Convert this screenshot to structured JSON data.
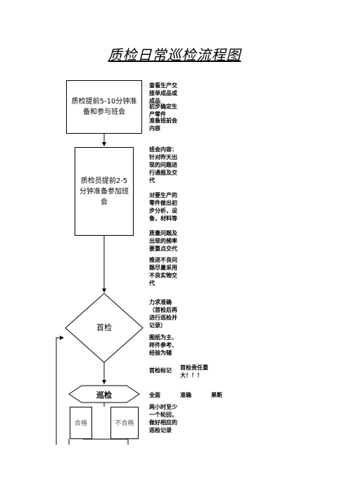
{
  "title": "质检日常巡检流程图",
  "steps": {
    "step1": "质检提前5-10分钟准备和参与班会",
    "step2": "质检员提前2-5分钟准备参加班会",
    "first_check": "首检",
    "patrol": "巡检",
    "pass": "合格",
    "fail": "不合格"
  },
  "notes": {
    "n1": "查看生产交接单成品或成品",
    "n2": "初步确定生产零件",
    "n3": "准备班前会内容",
    "n4": "班会内容：针对昨天出现的问题进行通报及交代",
    "n5": "对要生产的零件做出初步分析，设备，材料等",
    "n6": "质量问题及出现的频率要重点交代",
    "n7": "推进不良问题尽量采用不良实物交代",
    "n8": "力求准确（首检后再进行巡检并记录）",
    "n9": "图纸为主、样件参考、经验为辅",
    "n10": "首检标记",
    "n11": "首检责任重大！！！",
    "n12": "全面",
    "n13": "准确",
    "n14": "果断",
    "n15": "两小时至少一个轮回，做好相应的巡检记录"
  }
}
